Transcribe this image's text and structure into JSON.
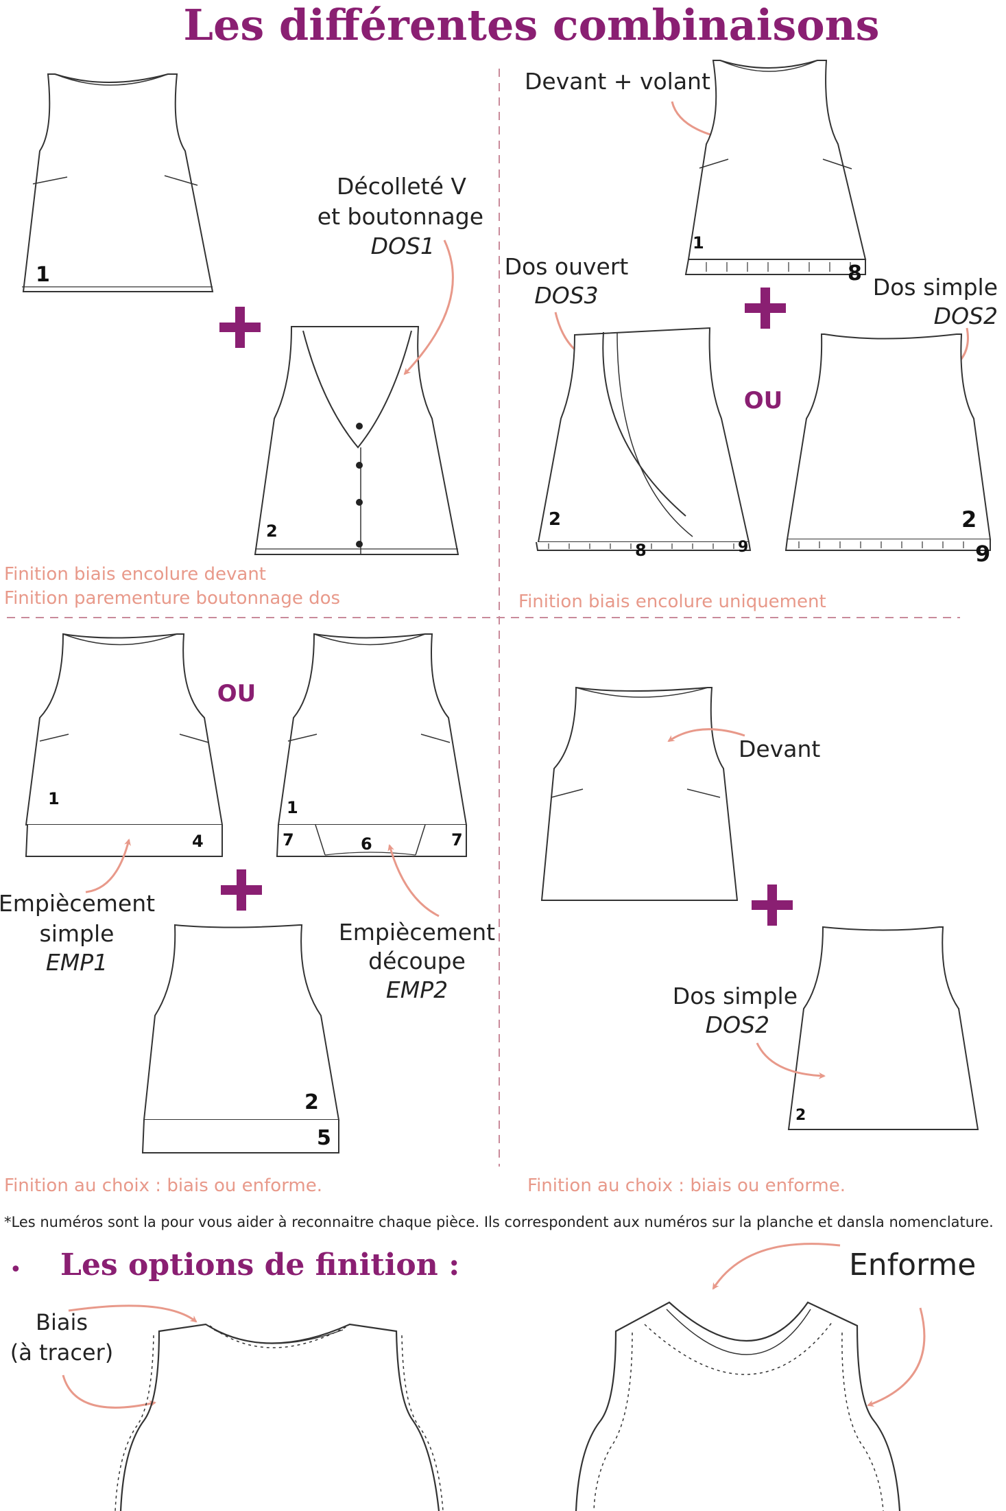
{
  "title": "Les différentes combinaisons",
  "colors": {
    "purple": "#8a1f72",
    "salmon": "#e8998a",
    "dash": "#c98a9a",
    "line": "#333333"
  },
  "q1": {
    "callout": [
      "Décolleté V",
      "et boutonnage",
      "DOS1"
    ],
    "num_front": "1",
    "num_back": "2",
    "finish": [
      "Finition biais encolure devant",
      "Finition parementure boutonnage dos"
    ]
  },
  "q2": {
    "callout_front": "Devant + volant",
    "num_front": "1",
    "num_ruffle": "8",
    "callout_open": [
      "Dos ouvert",
      "DOS3"
    ],
    "callout_simple": [
      "Dos simple",
      "DOS2"
    ],
    "or_label": "OU",
    "num_open_back": "2",
    "num_open_ruffle": "8",
    "num_open_ruffle2": "9",
    "num_simple_back": "2",
    "num_simple_ruffle": "9",
    "finish": "Finition biais encolure uniquement"
  },
  "q3": {
    "or_label": "OU",
    "num_a_front": "1",
    "num_a_yoke": "4",
    "num_b_front": "1",
    "num_b_left": "7",
    "num_b_center": "6",
    "num_b_right": "7",
    "callout_emp1": [
      "Empiècement",
      "simple",
      "EMP1"
    ],
    "callout_emp2": [
      "Empiècement",
      "découpe",
      "EMP2"
    ],
    "num_back": "2",
    "num_back_yoke": "5",
    "finish": "Finition au choix : biais ou enforme."
  },
  "q4": {
    "callout_front": "Devant",
    "callout_back": [
      "Dos simple",
      "DOS2"
    ],
    "num_back": "2",
    "finish": "Finition au choix : biais ou enforme."
  },
  "footnote": "*Les numéros sont la pour vous aider à reconnaitre chaque pièce. Ils correspondent aux numéros sur la planche et dansla nomenclature.",
  "options": {
    "bullet": "•",
    "title": "Les options de finition :",
    "biais": [
      "Biais",
      "(à tracer)"
    ],
    "enforme": "Enforme"
  }
}
